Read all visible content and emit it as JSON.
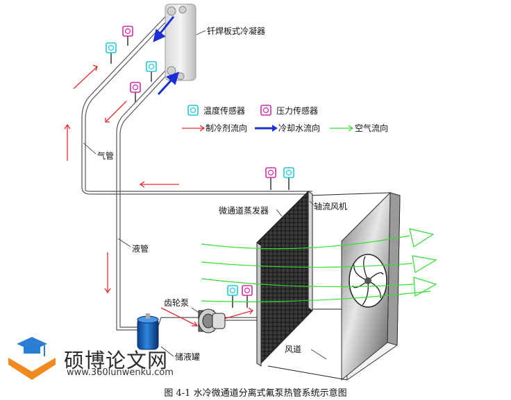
{
  "labels": {
    "condenser": "钎焊板式冷凝器",
    "gas_pipe": "气管",
    "liquid_pipe": "液管",
    "evaporator": "微通道蒸发器",
    "fan": "轴流风机",
    "gear_pump": "齿轮泵",
    "receiver": "储液罐",
    "air_duct": "风道"
  },
  "legend": {
    "temp_sensor": "温度传感器",
    "pressure_sensor": "压力传感器",
    "refrigerant_flow": "制冷剂流向",
    "cooling_water_flow": "冷却水流向",
    "air_flow": "空气流向"
  },
  "caption": "图 4-1  水冷微通道分离式氟泵热管系统示意图",
  "watermark": {
    "title": "硕博论文网",
    "url": "www.360lunwenku.com"
  },
  "colors": {
    "refrigerant": "#e8262b",
    "cooling_water": "#1a2fd6",
    "air": "#33dd33",
    "temp_sensor": "#1fc9d6",
    "pressure_sensor": "#d42aa6",
    "watermark_blue": "#2a7fd4",
    "watermark_orange": "#f08a1e"
  }
}
